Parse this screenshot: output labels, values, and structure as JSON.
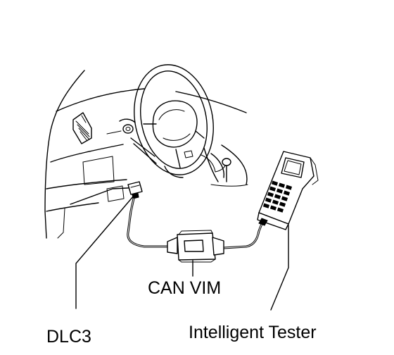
{
  "labels": {
    "dlc3": "DLC3",
    "can_vim": "CAN VIM",
    "intelligent_tester": "Intelligent Tester"
  }
}
